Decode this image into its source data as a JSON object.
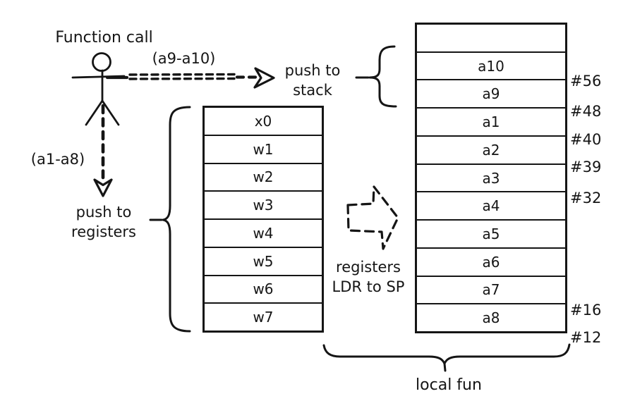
{
  "figure": {
    "caller_label": "Function call",
    "stack_args_label": "(a9-a10)",
    "register_args_label": "(a1-a8)",
    "push_to_stack_label": "push to\nstack",
    "push_to_registers_label": "push to\nregisters",
    "ldr_label": "registers\nLDR to SP",
    "local_fun_label": "local fun"
  },
  "registers": {
    "rows": [
      "x0",
      "w1",
      "w2",
      "w3",
      "w4",
      "w5",
      "w6",
      "w7"
    ]
  },
  "stack": {
    "rows": [
      "",
      "a10",
      "a9",
      "a1",
      "a2",
      "a3",
      "a4",
      "a5",
      "a6",
      "a7",
      "a8"
    ],
    "offsets": [
      "#56",
      "#48",
      "#40",
      "#39",
      "#32",
      "#16",
      "#12"
    ]
  },
  "colors": {
    "ink": "#151515",
    "background": "#ffffff"
  }
}
